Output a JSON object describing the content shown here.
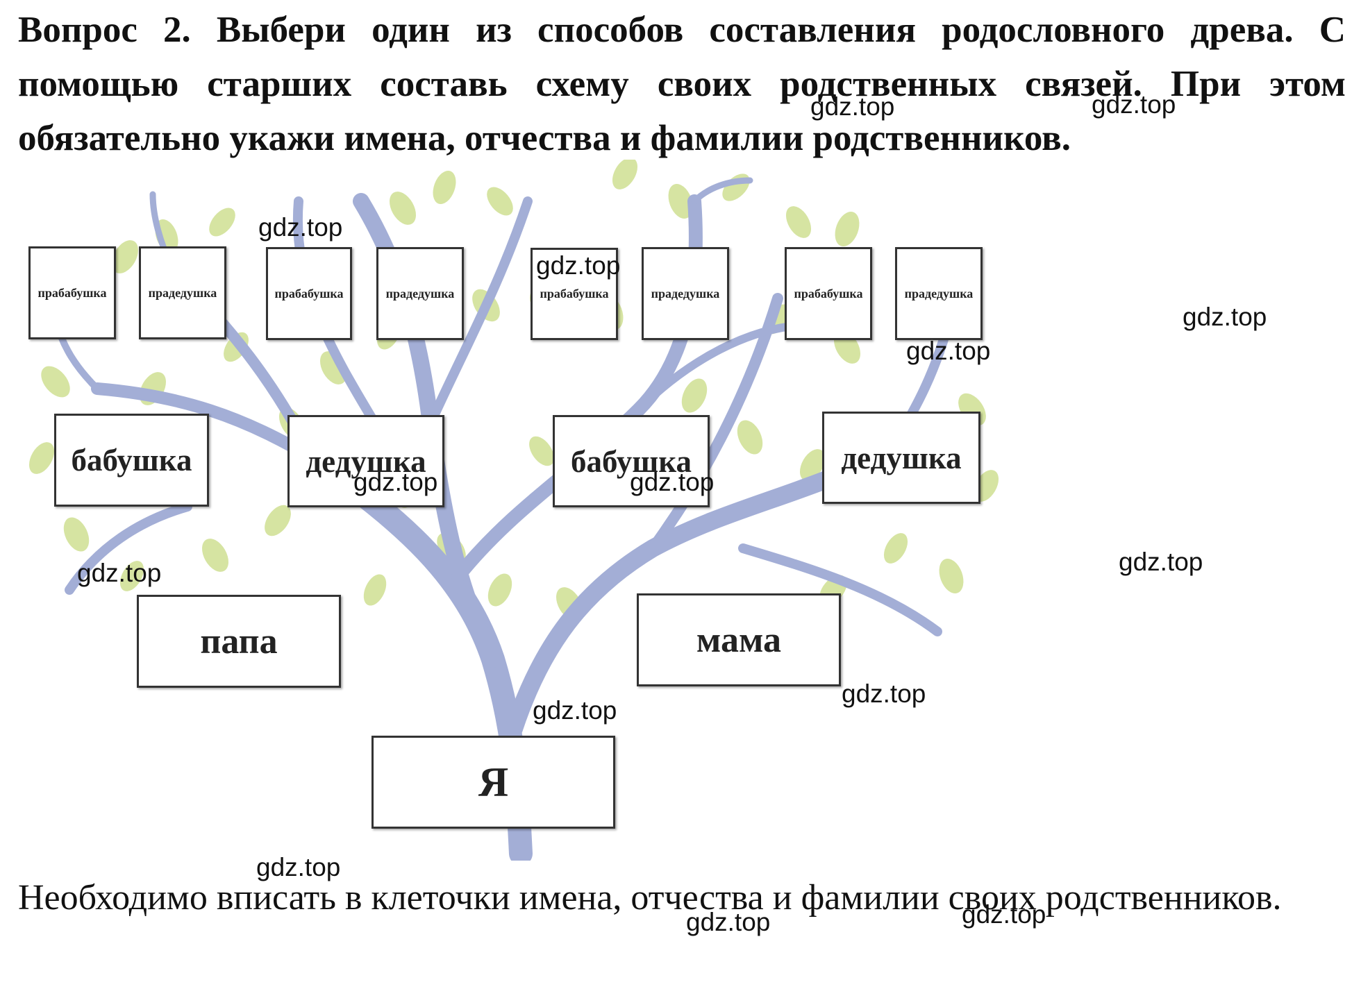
{
  "question": "Вопрос 2. Выбери один из способов составления родословного древа. С помощью старших составь схему своих родственных связей. При этом обязательно укажи имена, отчества и фамилии родственников.",
  "tree": {
    "great": [
      "прабабушка",
      "прадедушка",
      "прабабушка",
      "прадедушка",
      "прабабушка",
      "прадедушка",
      "прабабушка",
      "прадедушка"
    ],
    "grand": [
      "бабушка",
      "дедушка",
      "бабушка",
      "дедушка"
    ],
    "parents": [
      "папа",
      "мама"
    ],
    "me": "Я"
  },
  "answer": "Необходимо вписать в клеточки имена, отчества и фамилии своих родственников.",
  "watermark": "gdz.top",
  "colors": {
    "trunk": "#a3aed6",
    "leaf": "#d6e4a2"
  }
}
